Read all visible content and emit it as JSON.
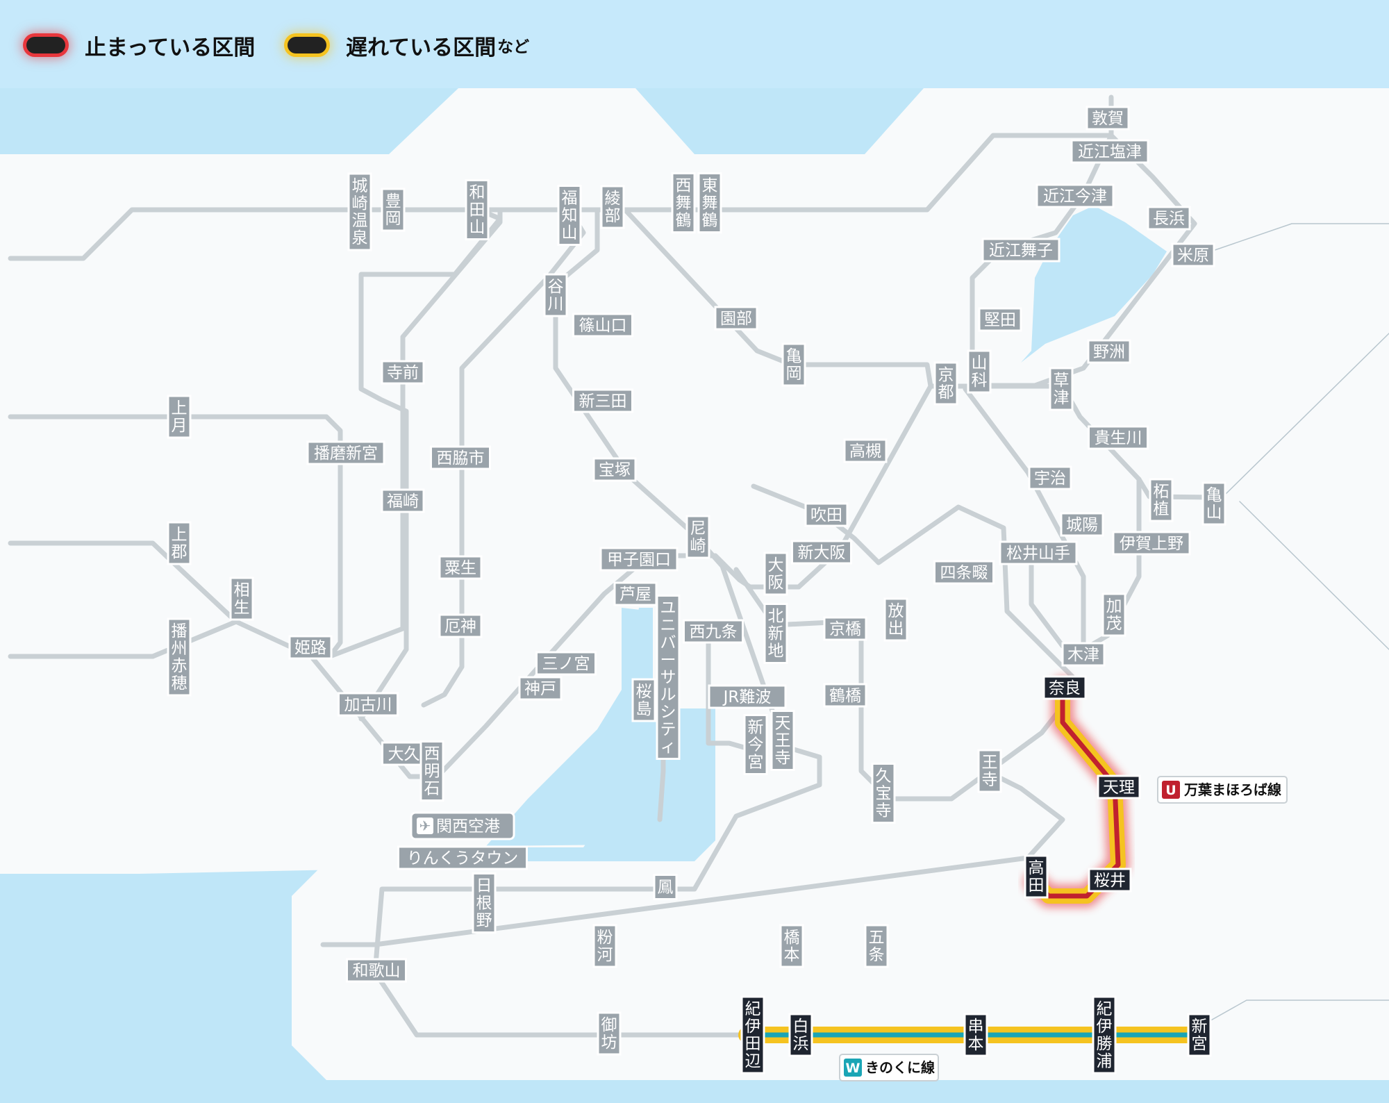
{
  "legend": {
    "stopped_label": "止まっている区間",
    "delayed_label": "遅れている区間",
    "delayed_suffix": "など",
    "colors": {
      "stopped": "#e8373d",
      "delayed": "#f5c320",
      "kinokuni": "#1aa5b5",
      "manyo": "#c0212f"
    }
  },
  "lines": {
    "manyo": {
      "badge": "U",
      "name": "万葉まほろば線",
      "status": "stopped"
    },
    "kinokuni": {
      "badge": "W",
      "name": "きのくに線",
      "status": "delayed"
    }
  },
  "airport": {
    "label": "関西空港",
    "icon": "airplane-icon"
  },
  "stations": {
    "tsuruga": "敦賀",
    "omishiotsu": "近江塩津",
    "omiimazu": "近江今津",
    "nagahama": "長浜",
    "omimaiko": "近江舞子",
    "maibara": "米原",
    "katata": "堅田",
    "yasu": "野洲",
    "yamashina": "山科",
    "kyoto": "京都",
    "kusatsu": "草津",
    "kibukawa": "貴生川",
    "uji": "宇治",
    "tsuge": "柘植",
    "kameyama": "亀山",
    "joyo": "城陽",
    "igaueno": "伊賀上野",
    "matsuiyamate": "松井山手",
    "shijonawate": "四条畷",
    "kamo": "加茂",
    "kizu": "木津",
    "nara": "奈良",
    "tenri": "天理",
    "sakurai": "桜井",
    "takada": "高田",
    "oji": "王寺",
    "kinosakionsen": "城崎温泉",
    "toyooka": "豊岡",
    "wadayama": "和田山",
    "fukuchiyama": "福知山",
    "ayabe": "綾部",
    "nishimaizuru": "西舞鶴",
    "higashimaizuru": "東舞鶴",
    "tanikawa": "谷川",
    "sasayamaguchi": "篠山口",
    "sonobe": "園部",
    "kameoka": "亀岡",
    "terasaki": "寺前",
    "shinsanda": "新三田",
    "takarazuka": "宝塚",
    "takatsuki": "高槻",
    "kamigori": "上月",
    "harimashingu": "播磨新宮",
    "nishiwakishi": "西脇市",
    "fukusaki": "福崎",
    "amagasaki": "尼崎",
    "suita": "吹田",
    "shinosaka": "新大阪",
    "koshienguchi": "甲子園口",
    "osaka": "大阪",
    "kamigori2": "上郡",
    "aioi": "相生",
    "banshuako": "播州赤穂",
    "awaga": "粟生",
    "yakujin": "厄神",
    "ashiya": "芦屋",
    "himeji": "姫路",
    "usj": "ユニバーサルシティ",
    "nishikujo": "西九条",
    "kitashinchi": "北新地",
    "kyobashi": "京橋",
    "hanaten": "放出",
    "sannomiya": "三ノ宮",
    "kobe": "神戸",
    "sakurajima": "桜島",
    "jrnamba": "JR難波",
    "tsuruhashi": "鶴橋",
    "kakogawa": "加古川",
    "tennoji": "天王寺",
    "shinimamiya": "新今宮",
    "kyuhoji": "久宝寺",
    "okubo": "大久保",
    "nishiakashi": "西明石",
    "rinku": "りんくうタウン",
    "hineno": "日根野",
    "otori": "鳳",
    "kokawa": "粉河",
    "hashimoto": "橋本",
    "gojo": "五条",
    "wakayama": "和歌山",
    "gobo": "御坊",
    "kiitanabe": "紀伊田辺",
    "shirahama": "白浜",
    "kushimoto": "串本",
    "kiikatsuura": "紀伊勝浦",
    "shingu": "新宮"
  }
}
